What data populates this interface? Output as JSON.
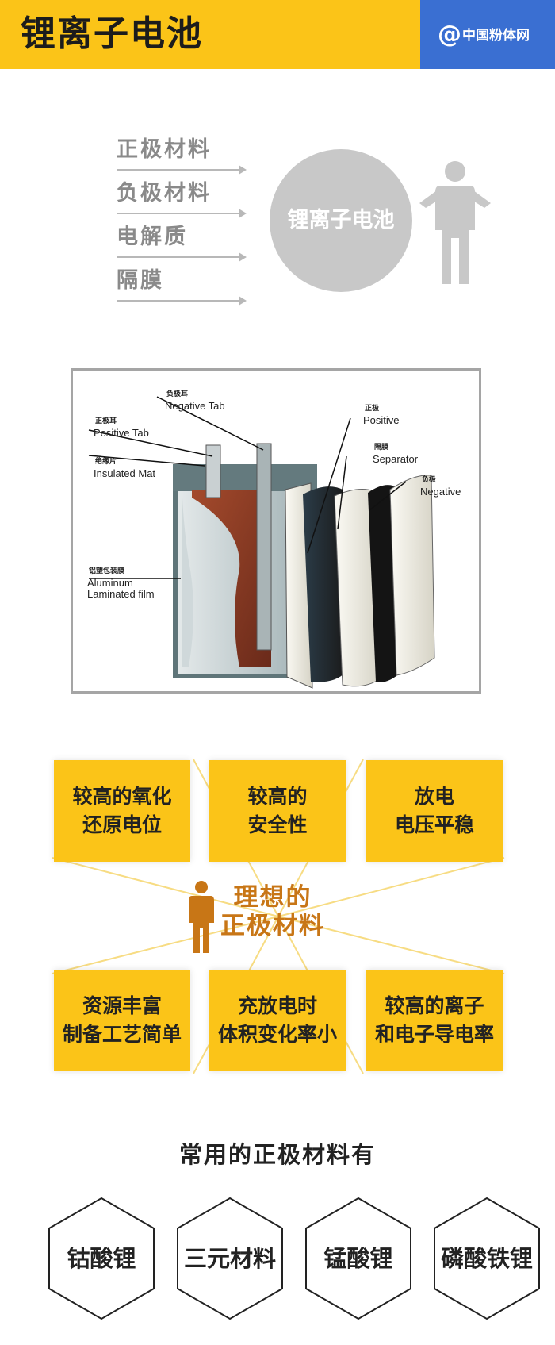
{
  "header": {
    "title": "锂离子电池",
    "brand_logo": "@",
    "brand_text": "中国粉体网"
  },
  "components": {
    "items": [
      "正极材料",
      "负极材料",
      "电解质",
      "隔膜"
    ],
    "center_label": "锂离子电池"
  },
  "diagram": {
    "negative_tab_cn": "负极耳",
    "negative_tab_en": "Negative Tab",
    "positive_tab_cn": "正极耳",
    "positive_tab_en": "Positive Tab",
    "insulated_mat_cn": "绝缘片",
    "insulated_mat_en": "Insulated Mat",
    "laminated_film_cn": "铝塑包装膜",
    "laminated_film_en1": "Aluminum",
    "laminated_film_en2": "Laminated film",
    "positive_cn": "正极",
    "positive_en": "Positive",
    "separator_cn": "隔膜",
    "separator_en": "Separator",
    "negative_cn": "负极",
    "negative_en": "Negative"
  },
  "ideal": {
    "center_line1": "理想的",
    "center_line2": "正极材料",
    "boxes": [
      {
        "line1": "较高的氧化",
        "line2": "还原电位"
      },
      {
        "line1": "较高的",
        "line2": "安全性"
      },
      {
        "line1": "放电",
        "line2": "电压平稳"
      },
      {
        "line1": "资源丰富",
        "line2": "制备工艺简单"
      },
      {
        "line1": "充放电时",
        "line2": "体积变化率小"
      },
      {
        "line1": "较高的离子",
        "line2": "和电子导电率"
      }
    ]
  },
  "common": {
    "title": "常用的正极材料有",
    "materials": [
      "钴酸锂",
      "三元材料",
      "锰酸锂",
      "磷酸铁锂"
    ]
  },
  "colors": {
    "brand_yellow": "#fbc418",
    "brand_blue": "#3a6fd2",
    "figure_gray": "#c8c8c8",
    "figure_orange": "#c87616"
  },
  "icons": {
    "person": "person-icon",
    "brand": "at-sign-icon"
  }
}
